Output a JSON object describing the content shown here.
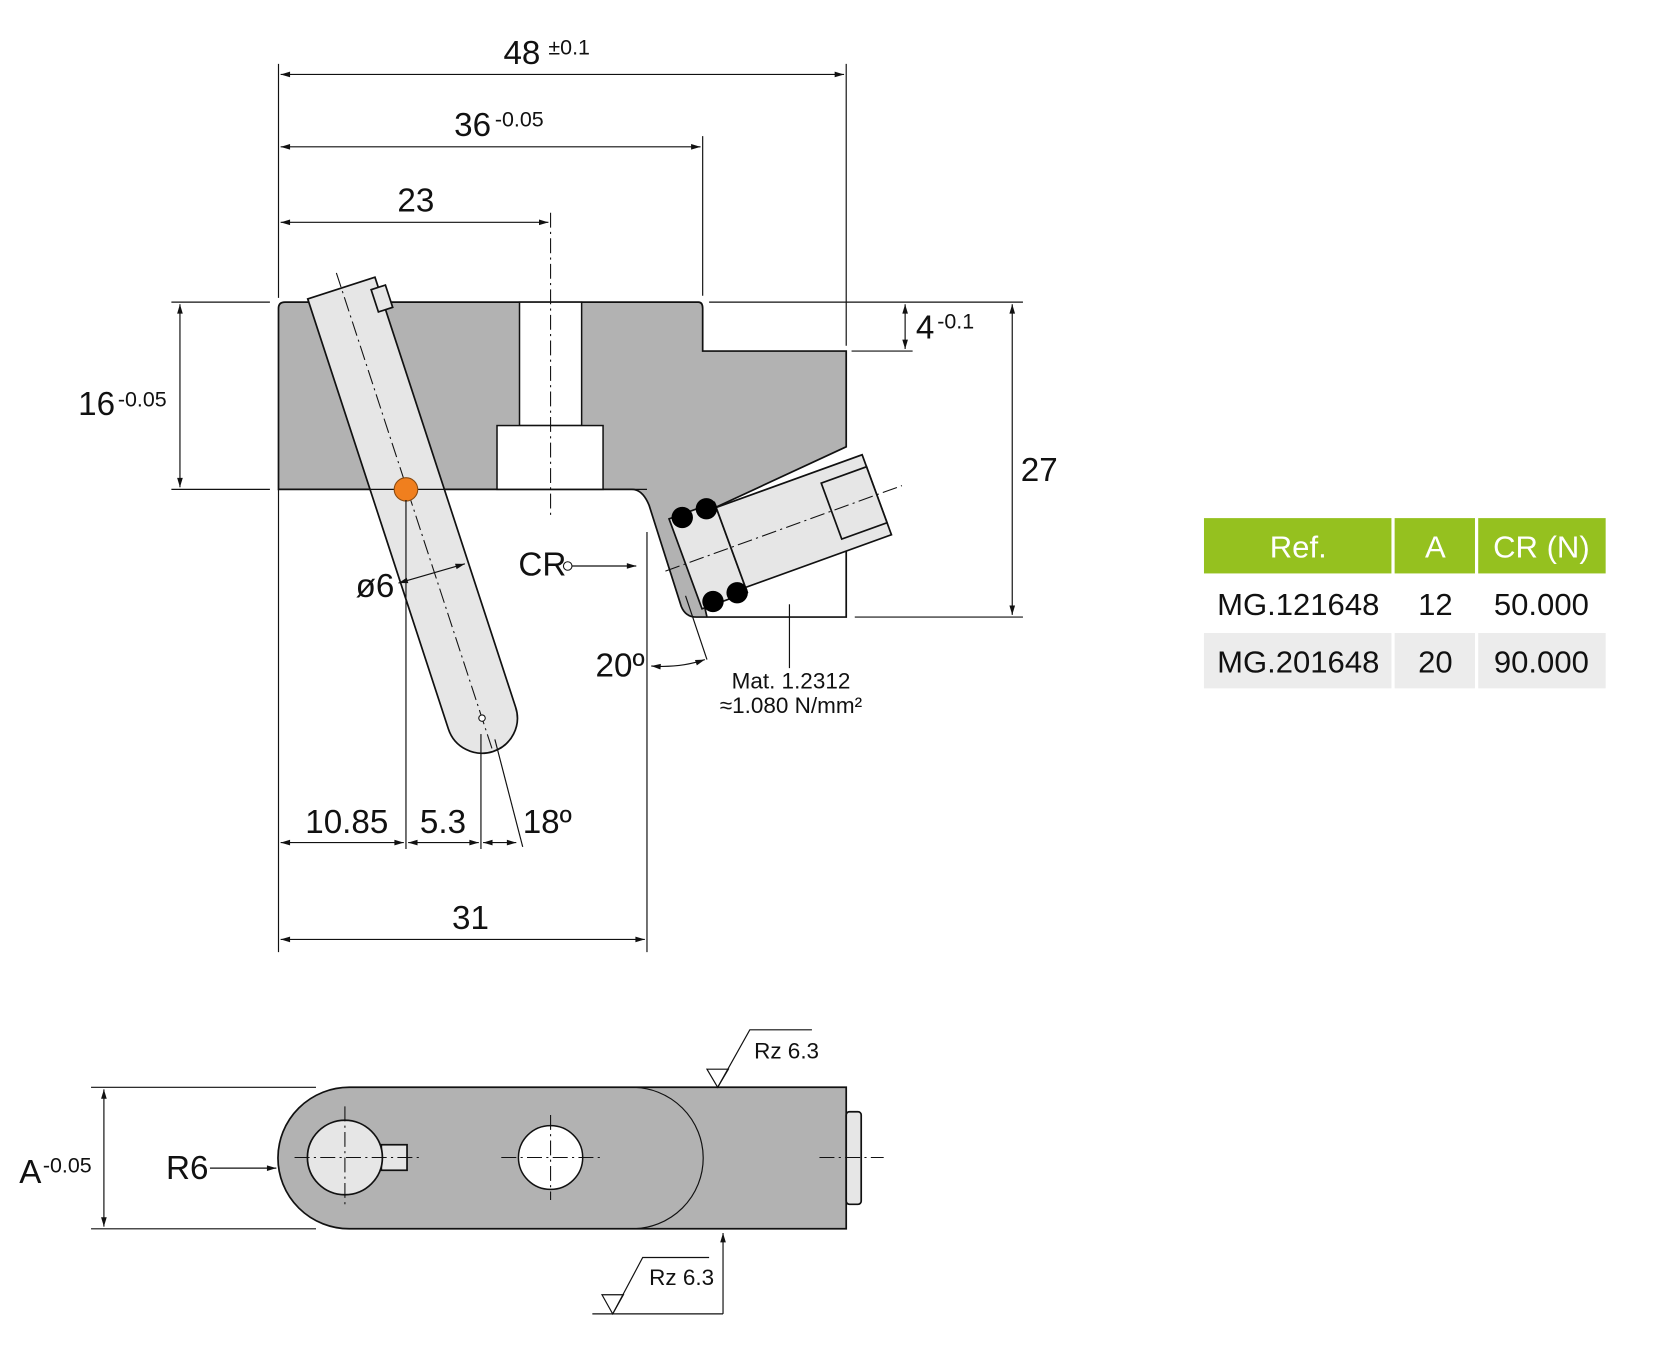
{
  "drawing": {
    "dimensions": {
      "overall_width": {
        "value": "48",
        "tolerance": "±0.1"
      },
      "step_width": {
        "value": "36",
        "tolerance": "-0.05"
      },
      "slot_position": {
        "value": "23"
      },
      "height_16": {
        "value": "16",
        "tolerance": "-0.05"
      },
      "step_depth": {
        "value": "4",
        "tolerance": "-0.1"
      },
      "total_height": {
        "value": "27"
      },
      "pin_diameter": "ø6",
      "cr_label": "CR",
      "angle_20": "20º",
      "dist_1085": "10.85",
      "dist_53": "5.3",
      "angle_18": "18º",
      "dist_31": "31",
      "width_a": {
        "value": "A",
        "tolerance": "-0.05"
      },
      "radius": "R6",
      "roughness_top": "Rz 6.3",
      "roughness_bottom": "Rz 6.3"
    },
    "material": {
      "line1": "Mat. 1.2312",
      "line2": "≈1.080 N/mm²"
    },
    "colors": {
      "part": "#b2b2b2",
      "marker": "#f07f1e",
      "table_header": "#95c11f"
    }
  },
  "table": {
    "headers": [
      "Ref.",
      "A",
      "CR (N)"
    ],
    "rows": [
      [
        "MG.121648",
        "12",
        "50.000"
      ],
      [
        "MG.201648",
        "20",
        "90.000"
      ]
    ]
  }
}
